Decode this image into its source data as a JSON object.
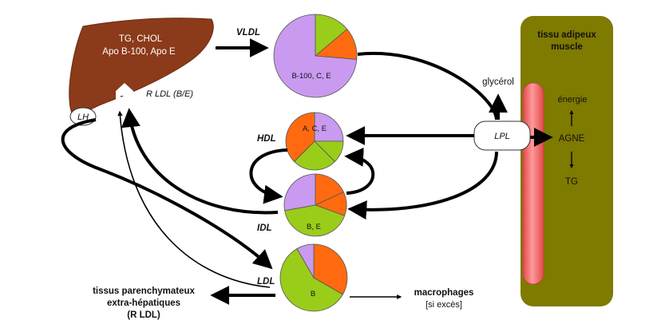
{
  "liver": {
    "line1": "TG, CHOL",
    "line2": "Apo B-100, Apo E",
    "receptor_label": "R LDL (B/E)",
    "lh_label": "LH",
    "color": "#8B3A1A"
  },
  "lipoproteins": {
    "vldl": {
      "name": "VLDL",
      "slice_label": "B-100, C, E"
    },
    "hdl": {
      "name": "HDL",
      "slice_label": "A, C, E"
    },
    "idl": {
      "name": "IDL",
      "slice_label": "B, E"
    },
    "ldl": {
      "name": "LDL",
      "slice_label": "B"
    }
  },
  "tissue": {
    "title_line1": "tissu adipeux",
    "title_line2": "muscle",
    "energie": "énergie",
    "agne": "AGNE",
    "tg": "TG",
    "color": "#7F7A00"
  },
  "lpl": {
    "label": "LPL"
  },
  "glycerol": {
    "label": "glycérol"
  },
  "extrahepatic": {
    "line1": "tissus parenchymateux",
    "line2": "extra-hépatiques",
    "line3": "(R LDL)"
  },
  "macrophages": {
    "line1": "macrophages",
    "line2": "[si excès]"
  },
  "colors": {
    "purple": "#C99AF0",
    "green": "#9ACD1A",
    "orange": "#FF6A10",
    "capillary": "#F06A6A"
  }
}
